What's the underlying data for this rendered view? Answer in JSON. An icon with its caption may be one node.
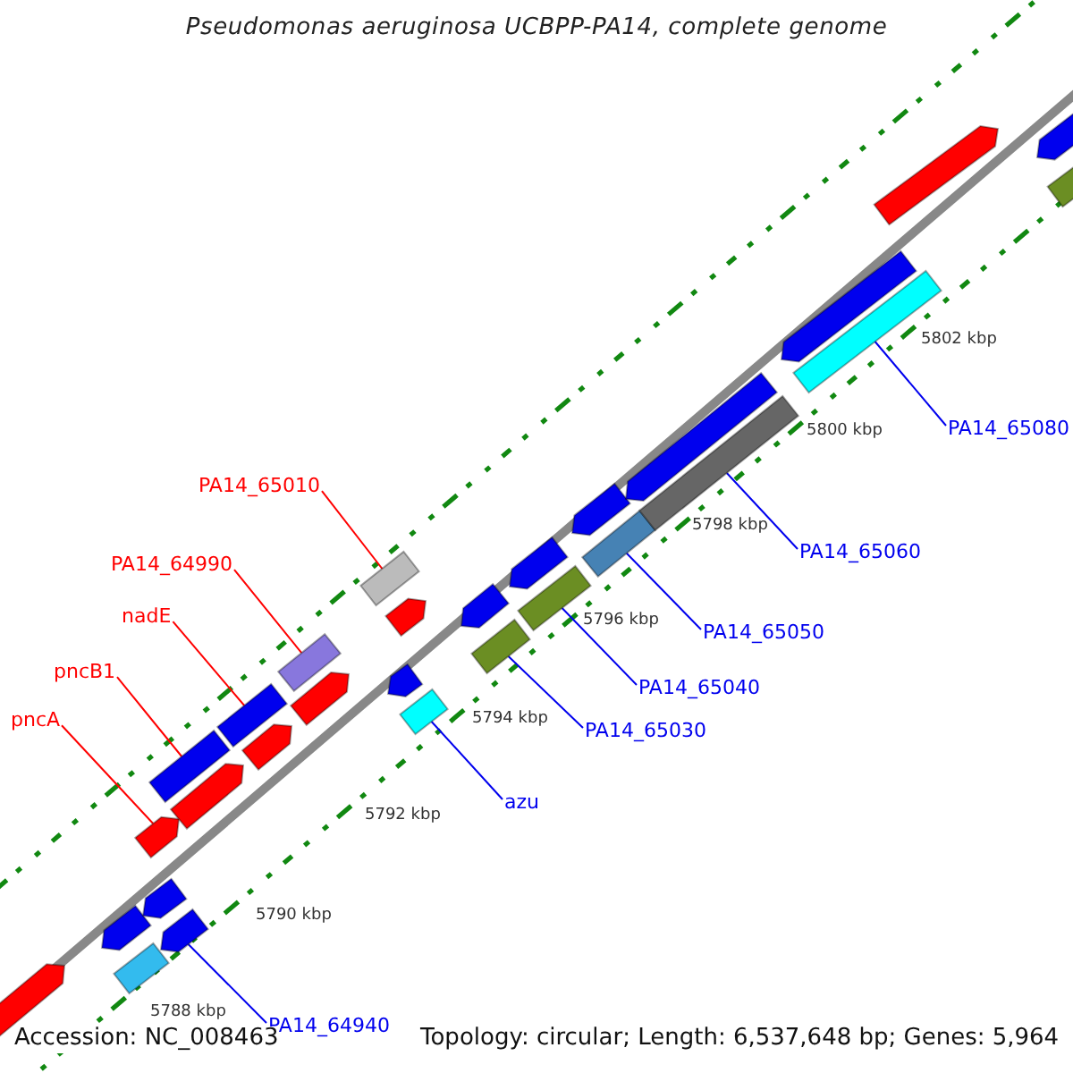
{
  "diagram": {
    "title": "Pseudomonas aeruginosa UCBPP-PA14, complete genome",
    "nodes": [
      {
        "text": [
          "PA14_65010"
        ]
      },
      {
        "text": [
          "PA14_64990"
        ]
      },
      {
        "text": [
          "nadE"
        ]
      },
      {
        "text": [
          "pncB1"
        ]
      },
      {
        "text": [
          "pncA"
        ]
      },
      {
        "text": [
          "PA14_65080"
        ]
      },
      {
        "text": [
          "PA14_65060"
        ]
      },
      {
        "text": [
          "PA14_65050"
        ]
      },
      {
        "text": [
          "PA14_65040"
        ]
      },
      {
        "text": [
          "PA14_65030"
        ]
      },
      {
        "text": [
          "azu"
        ]
      },
      {
        "text": [
          "PA14_64940"
        ]
      },
      {
        "text": [],
        "shape": "arrow"
      },
      {
        "text": [],
        "shape": "arrow"
      },
      {
        "text": [],
        "shape": "arrow"
      },
      {
        "text": [],
        "shape": "arrow"
      },
      {
        "text": [],
        "shape": "arrow"
      },
      {
        "text": [],
        "shape": "arrow"
      },
      {
        "text": [],
        "shape": "arrow"
      },
      {
        "text": [],
        "shape": "arrow"
      },
      {
        "text": [],
        "shape": "arrow"
      },
      {
        "text": [],
        "shape": "arrow"
      },
      {
        "text": [],
        "shape": "arrow"
      },
      {
        "text": [],
        "shape": "arrow"
      },
      {
        "text": [],
        "shape": "arrow"
      },
      {
        "text": [],
        "shape": "arrow"
      },
      {
        "text": [],
        "shape": "arrow"
      },
      {
        "text": [],
        "shape": "arrow"
      },
      {
        "text": [],
        "shape": "arrow"
      },
      {
        "text": [],
        "shape": "arrow"
      },
      {
        "text": [],
        "shape": "arrow"
      },
      {
        "text": [],
        "shape": "arrow"
      },
      {
        "text": [],
        "shape": "arrow"
      },
      {
        "text": [],
        "shape": "arrow"
      },
      {
        "text": [],
        "shape": "arrow"
      },
      {
        "text": [],
        "shape": "arrow"
      },
      {
        "text": [],
        "shape": "arrow"
      },
      {
        "text": [],
        "shape": "arrow"
      },
      {
        "text": [],
        "shape": "arrow"
      },
      {
        "text": [],
        "shape": "arrow"
      },
      {
        "text": [],
        "shape": "arrow"
      }
    ],
    "edges": [
      {
        "from": 0,
        "to": 24,
        "arrow": "none",
        "color": "#ff0000"
      },
      {
        "from": 1,
        "to": 22,
        "arrow": "none",
        "color": "#ff0000"
      },
      {
        "from": 2,
        "to": 20,
        "arrow": "none",
        "color": "#ff0000"
      },
      {
        "from": 3,
        "to": 17,
        "arrow": "none",
        "color": "#ff0000"
      },
      {
        "from": 4,
        "to": 15,
        "arrow": "none",
        "color": "#ff0000"
      },
      {
        "from": 5,
        "to": 37,
        "arrow": "none"
      },
      {
        "from": 6,
        "to": 35,
        "arrow": "none"
      },
      {
        "from": 7,
        "to": 33,
        "arrow": "none"
      },
      {
        "from": 8,
        "to": 31,
        "arrow": "none"
      },
      {
        "from": 9,
        "to": 29,
        "arrow": "none"
      },
      {
        "from": 10,
        "to": 27,
        "arrow": "none"
      },
      {
        "from": 11,
        "to": 18,
        "arrow": "none"
      }
    ],
    "labels": [
      "5802 kbp",
      "5800 kbp",
      "5798 kbp",
      "5796 kbp",
      "5794 kbp",
      "5792 kbp",
      "5790 kbp",
      "5788 kbp",
      "Accession: NC_008463",
      "Topology: circular; Length: 6,537,648 bp; Genes: 5,964"
    ]
  }
}
